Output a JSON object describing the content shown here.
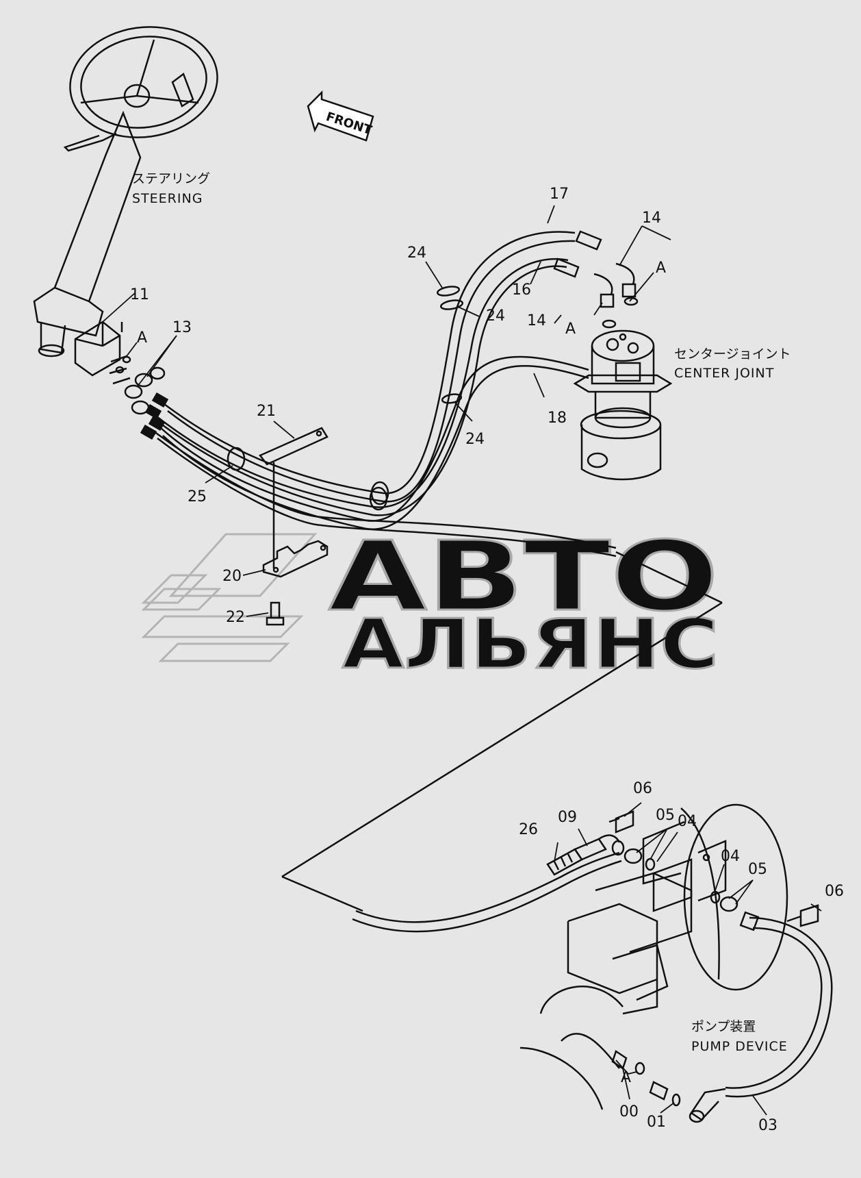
{
  "front_arrow": "FRONT",
  "captions": {
    "steering_jp": "ステアリング",
    "steering_en": "STEERING",
    "center_joint_jp": "センタージョイント",
    "center_joint_en": "CENTER  JOINT",
    "pump_jp": "ポンプ装置",
    "pump_en": "PUMP  DEVICE"
  },
  "watermark": {
    "line1": "АВТО",
    "line2": "АЛЬЯНС"
  },
  "part_labels": {
    "p11": "11",
    "p13": "13",
    "p14a": "14",
    "p14b": "14",
    "p16": "16",
    "p17": "17",
    "p18": "18",
    "p20": "20",
    "p21": "21",
    "p22": "22",
    "p24a": "24",
    "p24b": "24",
    "p24c": "24",
    "p25": "25",
    "p26": "26",
    "p09": "09",
    "p06a": "06",
    "p06b": "06",
    "p05a": "05",
    "p05b": "05",
    "p04a": "04",
    "p04b": "04",
    "p00": "00",
    "p01": "01",
    "p03": "03",
    "a1": "A",
    "a2": "A",
    "a3": "A",
    "a4": "A"
  }
}
